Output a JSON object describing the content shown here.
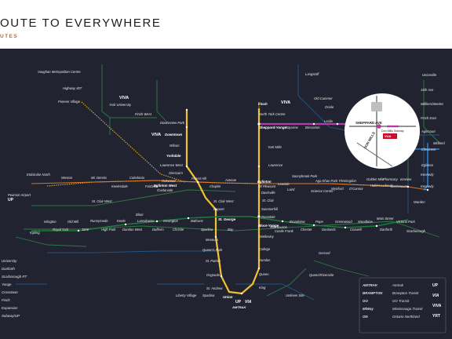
{
  "header": {
    "title": "OUTE TO EVERYWHERE",
    "subtitle": "UTES"
  },
  "colors": {
    "background": "#212430",
    "subway_line1": "#f2c12e",
    "subway_line2": "#2f9c4a",
    "sheppard_line": "#b23ca8",
    "go_rail": "#3b8a3b",
    "up_express": "#2a7fd0",
    "bus_dotted": "#e7b92a",
    "green_routes": "#2f8a44",
    "blue_routes": "#1f4f8a"
  },
  "stations": {
    "vaughan": "Vaughan Metropolitan Centre",
    "highway407": "Highway 407",
    "pioneer": "Pioneer Village",
    "york_university": "York University",
    "finch_west": "Finch West",
    "downsview_park": "Downsview Park",
    "downsview": "Downsview",
    "wilson": "Wilson",
    "yorkdale": "Yorkdale",
    "lawrence_west": "Lawrence West",
    "glencairn": "Glencairn",
    "eglinton_west": "Eglinton West",
    "cedarvale": "/Cedarvale",
    "st_clair_west": "St. Clair West",
    "dupont": "Dupont",
    "st_george": "St. George",
    "museum": "Museum",
    "queens_park": "Queen's Park",
    "st_patrick": "St. Patrick",
    "osgoode": "Osgoode",
    "st_andrew": "St. Andrew",
    "union": "Union",
    "langstaff": "Langstaff",
    "old_cummer": "Old Cummer",
    "finch": "Finch",
    "north_york_centre": "North York Centre",
    "sheppard_yonge": "Sheppard-Yonge",
    "bayview": "Bayview",
    "bessarion": "Bessarion",
    "leslie": "Leslie",
    "oriole": "Oriole",
    "don_mills": "Don Mills",
    "york_mills": "York Mills",
    "lawrence": "Lawrence",
    "eglinton": "Eglinton",
    "mt_pleasant": "Mt Pleasant",
    "davisville": "Davisville",
    "st_clair": "St. Clair",
    "summerhill": "Summerhill",
    "rosedale": "Rosedale",
    "bloor_yonge": "Bloor-Yonge",
    "wellesley": "Wellesley",
    "college": "College",
    "dundas": "Dundas",
    "queen": "Queen",
    "king": "King",
    "leaside": "Leaside",
    "laird": "Laird",
    "sunnybrook_park": "Sunnybrook Park",
    "aga_khan_park": "Aga Khan Park",
    "science_centre": "Science Centre",
    "wynford": "Wynford",
    "flemingdon": "Flemingdon",
    "oconnor": "O'Connor",
    "golden_mile": "Golden Mile",
    "pharmacy": "Pharmacy",
    "hakimi_lebovic": "Hakimi Lebovic",
    "birchmount": "Birchmount",
    "ionview": "Ionview",
    "kennedy": "Kennedy",
    "warden": "Warden",
    "victoria_park": "Victoria Park",
    "main_street": "Main Street",
    "woodbine": "Woodbine",
    "coxwell": "Coxwell",
    "greenwood": "Greenwood",
    "donlands": "Donlands",
    "pape": "Pape",
    "chester": "Chester",
    "broadview": "Broadview",
    "castle_frank": "Castle Frank",
    "sherbourne": "Sherbourne",
    "bay": "Bay",
    "spadina": "Spadina",
    "bathurst": "Bathurst",
    "christie": "Christie",
    "ossington": "Ossington",
    "dufferin": "Dufferin",
    "lansdowne": "Lansdowne",
    "dundas_west": "Dundas West",
    "keele": "Keele",
    "high_park": "High Park",
    "runnymede": "Runnymede",
    "jane": "Jane",
    "old_mill": "Old Mill",
    "royal_york": "Royal York",
    "islington": "Islington",
    "kipling": "Kipling",
    "weston": "Weston",
    "mt_dennis": "Mt. Dennis",
    "keelesdale": "Keelesdale",
    "caledonia": "Caledonia",
    "fairbank": "Fairbank",
    "oakwood": "Oakwood",
    "forest_hill": "Forest Hill",
    "chaplin": "Chaplin",
    "avenue": "Avenue",
    "etobicoke_north": "Etobicoke North",
    "pearson_airport": "Pearson Airport",
    "st_clair_west_go": "St. Clair West",
    "bloor": "Bloor",
    "liberty_village": "Liberty Village",
    "spadina_s": "Spadina",
    "union_s": "Union",
    "gerrard": "Gerrard",
    "queen_riverside": "Queen/Riverside",
    "unilever_site": "Unilever Site",
    "danforth": "Danforth",
    "scarborough": "Scarborough",
    "kennedy_go": "Kennedy",
    "eglinton_east": "Eglinton",
    "ellesmere": "Ellesmere",
    "midland": "Midland",
    "agincourt": "Agincourt",
    "finch_east": "Finch East",
    "milliken": "Milliken/Steeles",
    "hwy16": "16th Ave",
    "unionville": "Unionville",
    "viva_downtown": "Downtown"
  },
  "inset": {
    "road1": "SHEPPARD AVE",
    "road2": "DON MILLS",
    "station": "Don Mills Subway",
    "brand": "VUA"
  },
  "legend_left": [
    "University",
    "Danforth",
    "Scarborough RT",
    "Yonge",
    "Crosstown",
    "Finch",
    "Expansion",
    "Subway/UP"
  ],
  "legend_right": [
    {
      "logo": "AMTRAK",
      "label": "Amtrak"
    },
    {
      "logo": "BRAMPTON",
      "label": "Brampton Transit"
    },
    {
      "logo": "GO",
      "label": "GO Transit"
    },
    {
      "logo": "MiWay",
      "label": "Mississauga Transit"
    },
    {
      "logo": "ON",
      "label": "Ontario Northland"
    }
  ],
  "legend_right_col": [
    "UP",
    "VIA",
    "VIVA",
    "YRT"
  ],
  "brands": {
    "viva": "VIVA",
    "up": "UP",
    "via": "VIA",
    "amtrak": "AMTRAK",
    "go": "GO",
    "yrt": "YRT"
  }
}
